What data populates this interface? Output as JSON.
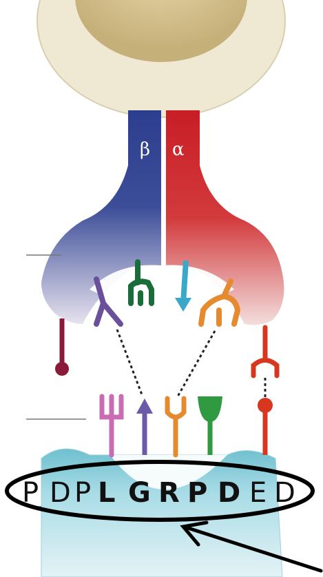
{
  "diagram": {
    "chains": [
      {
        "label": "β",
        "color": "#2c3e8e"
      },
      {
        "label": "α",
        "color": "#c81e26"
      }
    ],
    "sequence": [
      {
        "letter": "P",
        "bold": false
      },
      {
        "letter": "D",
        "bold": false
      },
      {
        "letter": "P",
        "bold": false
      },
      {
        "letter": "L",
        "bold": true
      },
      {
        "letter": "G",
        "bold": true
      },
      {
        "letter": "R",
        "bold": true
      },
      {
        "letter": "P",
        "bold": true
      },
      {
        "letter": "D",
        "bold": true
      },
      {
        "letter": "E",
        "bold": false
      },
      {
        "letter": "D",
        "bold": false
      }
    ],
    "colors": {
      "cell_outer": "#efe9d4",
      "cell_inner": "#d3c08f",
      "beta": "#2c3e8e",
      "alpha": "#c81e26",
      "ligand_surface": "#8ecfdb",
      "ligand_body": "#c9e9ef",
      "annotation": "#000000"
    }
  }
}
